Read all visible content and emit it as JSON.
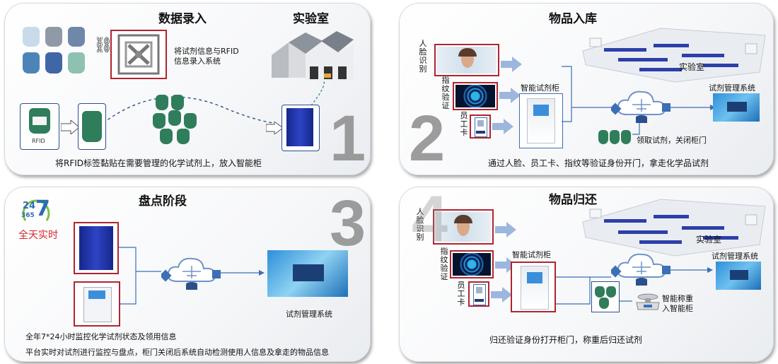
{
  "panel1": {
    "title": "数据录入",
    "lab_label": "实验室",
    "rfid_desc_line1": "将试剂信息与RFID",
    "rfid_desc_line2": "信息录入系统",
    "rfid_tag_text": "RFID",
    "caption": "将RFID标签黏贴在需要管理的化学试剂上，放入智能柜",
    "step": "1"
  },
  "panel2": {
    "title": "物品入库",
    "face": "人脸识别",
    "finger": "指纹验证",
    "card": "员工卡",
    "cabinet": "智能试剂柜",
    "lab_label": "实验室",
    "system": "试剂管理系统",
    "take": "领取试剂，关闭柜门",
    "caption": "通过人脸、员工卡、指纹等验证身份开门，拿走化学品试剂",
    "step": "2"
  },
  "panel3": {
    "title": "盘点阶段",
    "badge_24": "24",
    "badge_7": "7",
    "badge_365": "365",
    "realtime": "全天实时",
    "system": "试剂管理系统",
    "caption1": "全年7*24小时监控化学试剂状态及领用信息",
    "caption2": "平台实时对试剂进行监控与盘点，柜门关闭后系统自动检测使用人信息及拿走的物品信息",
    "step": "3"
  },
  "panel4": {
    "title": "物品归还",
    "face": "人脸识别",
    "finger": "指纹验证",
    "card": "员工卡",
    "cabinet": "智能试剂柜",
    "lab_label": "实验室",
    "system": "试剂管理系统",
    "weigh_line1": "智能称重",
    "weigh_line2": "入智能柜",
    "caption": "归还验证身份打开柜门，称重后归还试剂",
    "step": "4"
  },
  "colors": {
    "accent_red": "#b0242f",
    "cabinet_blue": "#1c2f9e",
    "arrow_blue": "#7d9fd4",
    "flow_line": "#3c6fb5",
    "bottle_green": "#2f7d5a",
    "realtime_red": "#d2282e"
  }
}
